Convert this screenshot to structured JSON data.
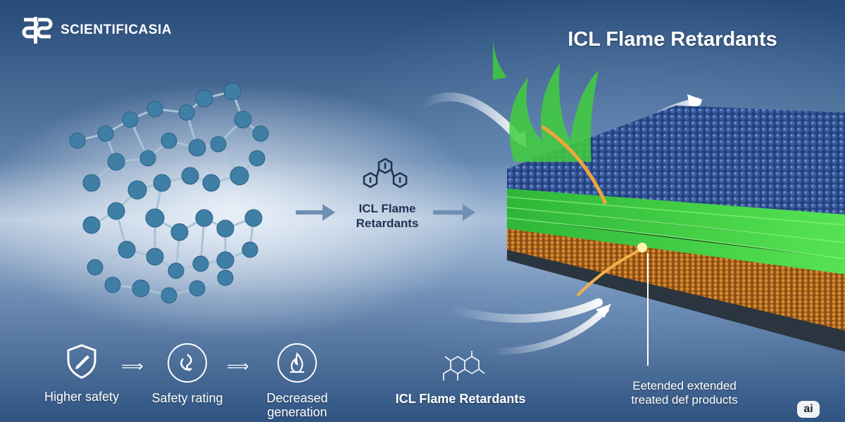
{
  "brand": {
    "name": "SCIENTIFICASIA"
  },
  "title": "ICL Flame Retardants",
  "center_label": {
    "line1": "ICL Flame",
    "line2": "Retardants"
  },
  "features": [
    {
      "label": "Higher safety",
      "icon": "shield-pen-icon"
    },
    {
      "label": "Safety rating",
      "icon": "flame-swirl-icon"
    },
    {
      "label_line1": "Decreased",
      "label_line2": "generation",
      "icon": "fire-icon"
    }
  ],
  "bottom_center_label": "ICL Flame Retardants",
  "bottom_right": {
    "line1": "Eetended extended",
    "line2": "treated def products"
  },
  "badge": "ai",
  "colors": {
    "accent_green": "#3fce3c",
    "molecule_blue": "#3f7fa6",
    "text_dark": "#1d3352"
  }
}
